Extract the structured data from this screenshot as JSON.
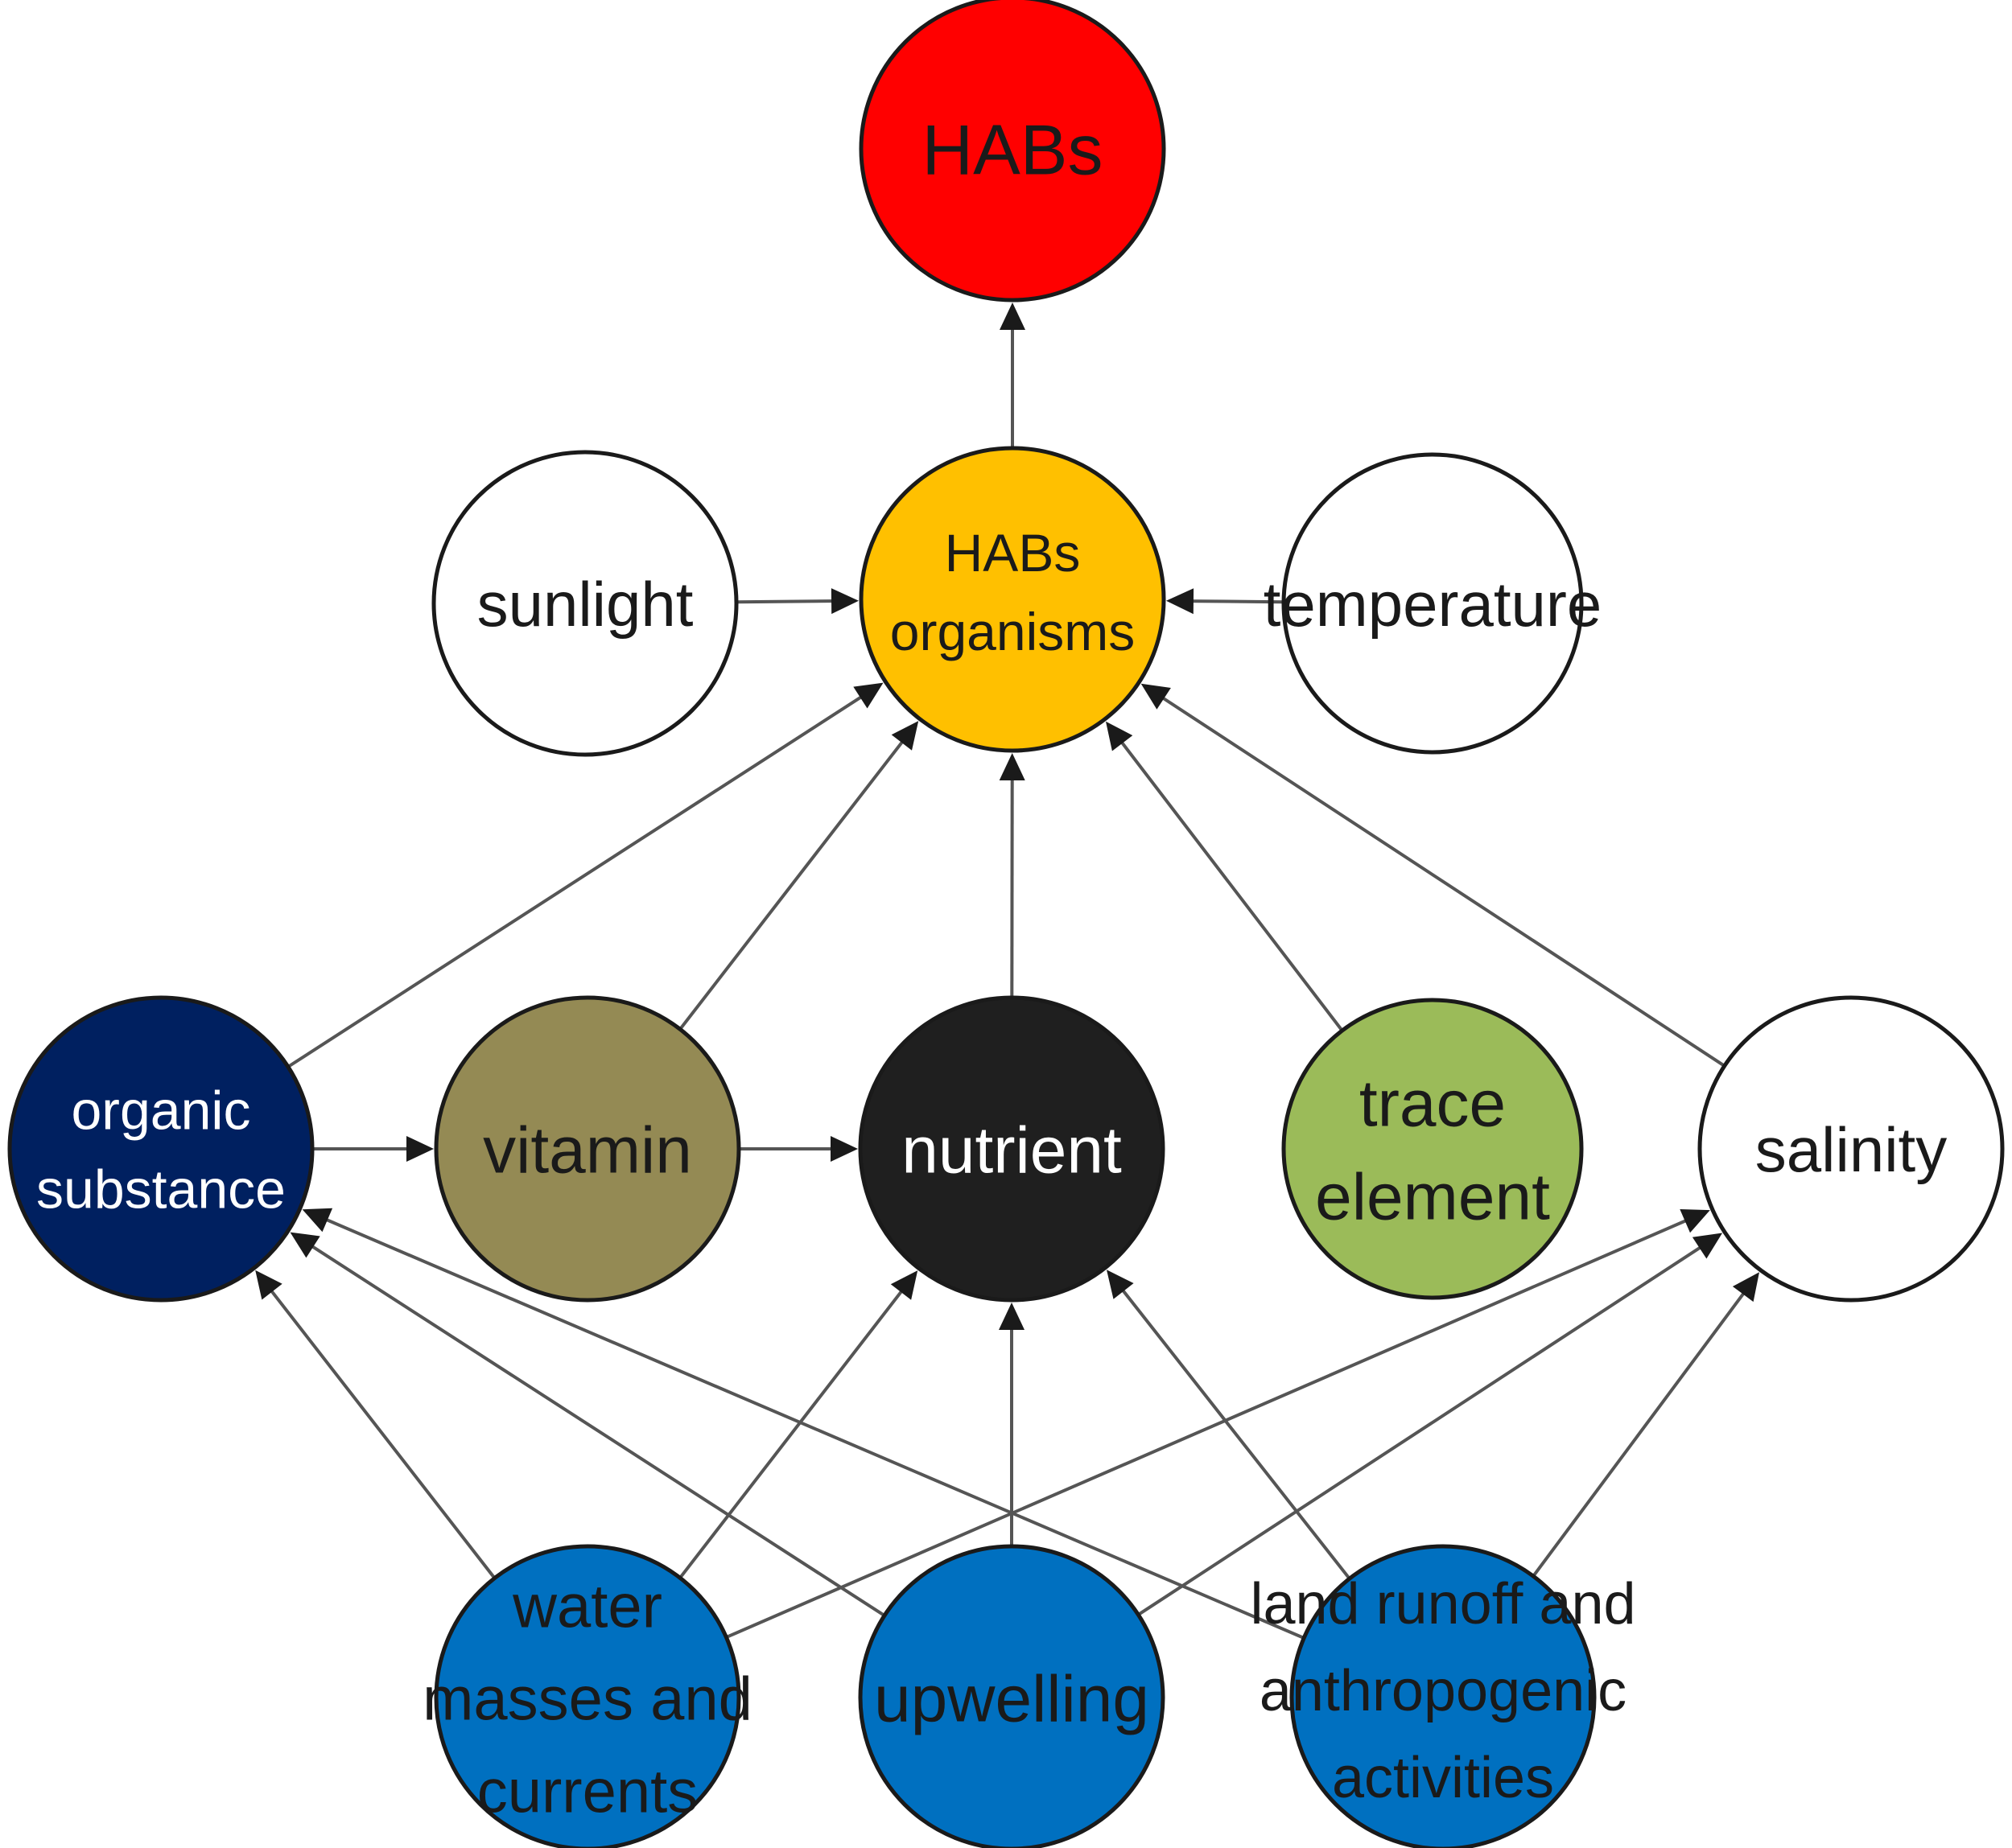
{
  "colors": {
    "habs": "#ff0000",
    "habs_organisms": "#ffc000",
    "neutral": "#ffffff",
    "organic_substance": "#002060",
    "vitamin": "#948a54",
    "nutrient": "#1f1f1f",
    "trace_element": "#9bbb59",
    "driver": "#0070c0",
    "edge": "#555555",
    "outline": "#1a1a1a"
  },
  "nodes": [
    {
      "id": "habs",
      "lines": [
        "HABs"
      ],
      "color": "#ff0000",
      "text_color": "#1a1a1a"
    },
    {
      "id": "sunlight",
      "lines": [
        "sunlight"
      ],
      "color": "#ffffff",
      "text_color": "#1a1a1a"
    },
    {
      "id": "habs-organisms",
      "lines": [
        "HABs",
        "organisms"
      ],
      "color": "#ffc000",
      "text_color": "#1a1a1a"
    },
    {
      "id": "temperature",
      "lines": [
        "temperature"
      ],
      "color": "#ffffff",
      "text_color": "#1a1a1a"
    },
    {
      "id": "organic-substance",
      "lines": [
        "organic",
        "substance"
      ],
      "color": "#002060",
      "text_color": "#ffffff"
    },
    {
      "id": "vitamin",
      "lines": [
        "vitamin"
      ],
      "color": "#948a54",
      "text_color": "#1a1a1a"
    },
    {
      "id": "nutrient",
      "lines": [
        "nutrient"
      ],
      "color": "#1f1f1f",
      "text_color": "#ffffff"
    },
    {
      "id": "trace-element",
      "lines": [
        "trace",
        "element"
      ],
      "color": "#9bbb59",
      "text_color": "#1a1a1a"
    },
    {
      "id": "salinity",
      "lines": [
        "salinity"
      ],
      "color": "#ffffff",
      "text_color": "#1a1a1a"
    },
    {
      "id": "water-masses",
      "lines": [
        "water",
        "masses and",
        "currents"
      ],
      "color": "#0070c0",
      "text_color": "#1a1a1a"
    },
    {
      "id": "upwelling",
      "lines": [
        "upwelling"
      ],
      "color": "#0070c0",
      "text_color": "#1a1a1a"
    },
    {
      "id": "land-runoff",
      "lines": [
        "land runoff and",
        "anthropogenic",
        "activities"
      ],
      "color": "#0070c0",
      "text_color": "#1a1a1a"
    }
  ],
  "edges": [
    {
      "from": "habs-organisms",
      "to": "habs"
    },
    {
      "from": "sunlight",
      "to": "habs-organisms"
    },
    {
      "from": "temperature",
      "to": "habs-organisms"
    },
    {
      "from": "organic-substance",
      "to": "habs-organisms"
    },
    {
      "from": "vitamin",
      "to": "habs-organisms"
    },
    {
      "from": "nutrient",
      "to": "habs-organisms"
    },
    {
      "from": "trace-element",
      "to": "habs-organisms"
    },
    {
      "from": "salinity",
      "to": "habs-organisms"
    },
    {
      "from": "organic-substance",
      "to": "vitamin"
    },
    {
      "from": "vitamin",
      "to": "nutrient"
    },
    {
      "from": "water-masses",
      "to": "organic-substance"
    },
    {
      "from": "water-masses",
      "to": "nutrient"
    },
    {
      "from": "water-masses",
      "to": "salinity"
    },
    {
      "from": "upwelling",
      "to": "organic-substance"
    },
    {
      "from": "upwelling",
      "to": "nutrient"
    },
    {
      "from": "upwelling",
      "to": "salinity"
    },
    {
      "from": "land-runoff",
      "to": "organic-substance"
    },
    {
      "from": "land-runoff",
      "to": "nutrient"
    },
    {
      "from": "land-runoff",
      "to": "salinity"
    }
  ]
}
